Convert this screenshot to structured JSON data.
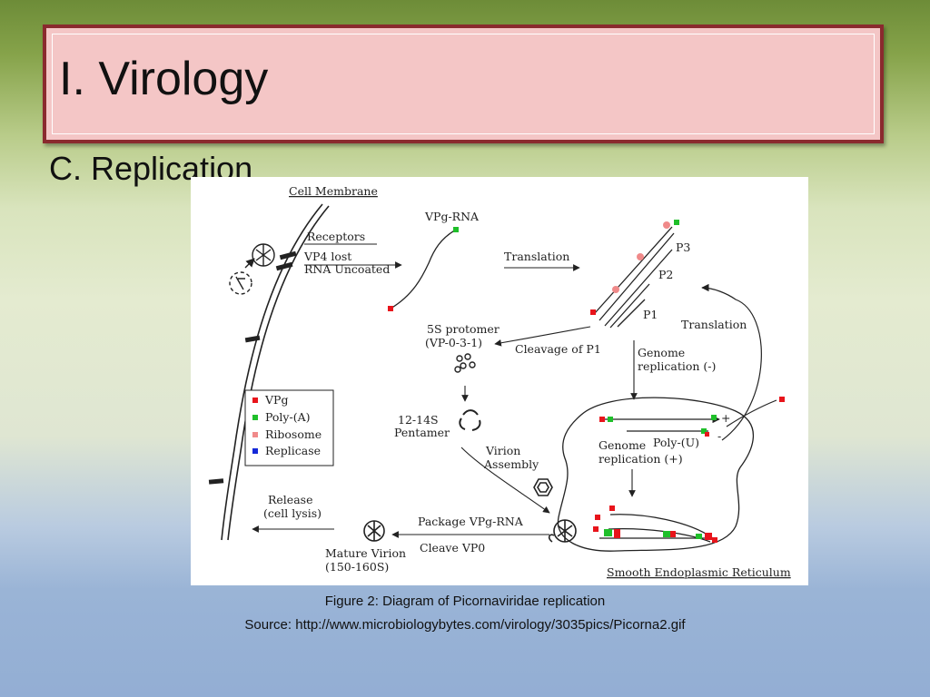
{
  "slide": {
    "title": "I. Virology",
    "subtitle": "C. Replication",
    "caption": "Figure 2: Diagram of Picornaviridae replication",
    "source": "Source: http://www.microbiologybytes.com/virology/3035pics/Picorna2.gif"
  },
  "diagram": {
    "labels": {
      "cell_membrane": "Cell Membrane",
      "receptors": "Receptors",
      "vp4_lost": "VP4 lost",
      "rna_uncoated": "RNA Uncoated",
      "vpg_rna": "VPg-RNA",
      "translation_top": "Translation",
      "p3": "P3",
      "p2": "P2",
      "p1": "P1",
      "protomer": "5S protomer",
      "protomer_vp": "(VP-0-3-1)",
      "cleavage_p1": "Cleavage of P1",
      "genome_rep_neg_1": "Genome",
      "genome_rep_neg_2": "replication (-)",
      "translation_right": "Translation",
      "pentamer_1": "12-14S",
      "pentamer_2": "Pentamer",
      "genome_rep_pos_1": "Genome",
      "poly_u": "Poly-(U)",
      "genome_rep_pos_2": "replication (+)",
      "virion_assembly_1": "Virion",
      "virion_assembly_2": "Assembly",
      "release_1": "Release",
      "release_2": "(cell lysis)",
      "package_vpg": "Package VPg-RNA",
      "cleave_vp0": "Cleave VP0",
      "mature_virion_1": "Mature Virion",
      "mature_virion_2": "(150-160S)",
      "smooth_er": "Smooth Endoplasmic Reticulum",
      "plus": "+",
      "minus": "-"
    },
    "legend": [
      {
        "label": "VPg",
        "color": "#e8141b"
      },
      {
        "label": "Poly-(A)",
        "color": "#1fbf2a"
      },
      {
        "label": "Ribosome",
        "color": "#f08a8a"
      },
      {
        "label": "Replicase",
        "color": "#1428d8"
      }
    ]
  }
}
